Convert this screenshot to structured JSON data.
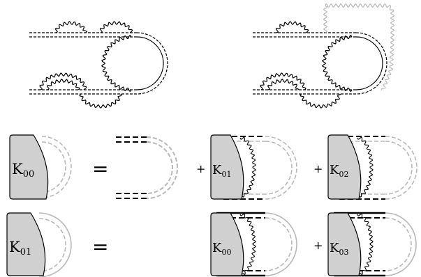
{
  "kernels": {
    "k00": "K",
    "k00_sub": "00",
    "k01": "K",
    "k01_sub": "01",
    "k02": "K",
    "k02_sub": "02",
    "k03": "K",
    "k03_sub": "03"
  },
  "operators": {
    "equals": "=",
    "plus": "+"
  },
  "colors": {
    "line": "#000000",
    "gray_line": "#b8b8b8",
    "kernel_fill": "#d0d0d0",
    "background": "#ffffff"
  }
}
